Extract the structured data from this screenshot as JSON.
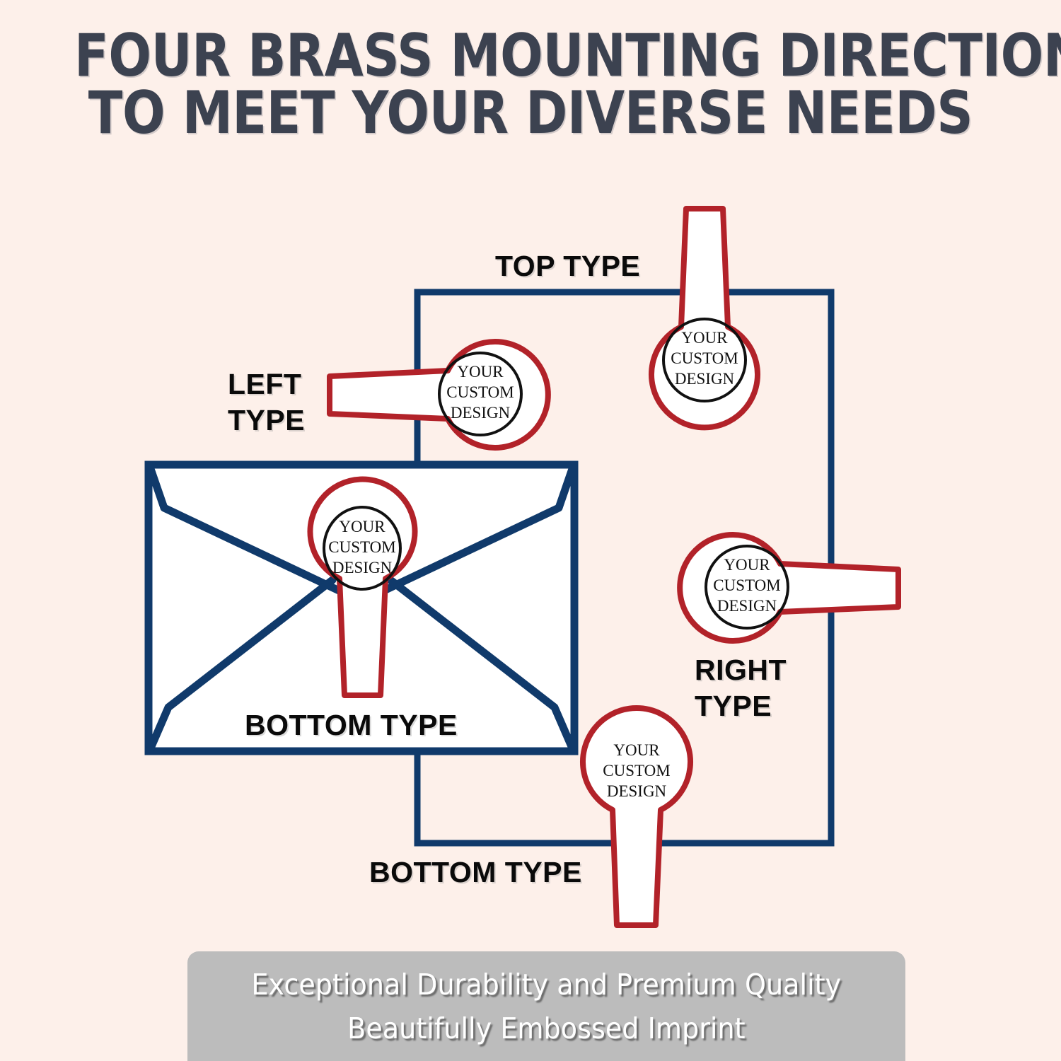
{
  "title": {
    "line1": "FOUR BRASS MOUNTING DIRECTIONS",
    "line2": "TO MEET YOUR DIVERSE NEEDS",
    "color": "#3c4250"
  },
  "colors": {
    "background": "#fdf0ea",
    "navy": "#103a6b",
    "red": "#b22229",
    "stamp_fill": "#ffffff",
    "banner": "#bcbcbc",
    "label_text": "#0a0a0a",
    "banner_text": "#ffffff"
  },
  "labels": {
    "top": "TOP TYPE",
    "left_line1": "LEFT",
    "left_line2": "TYPE",
    "right_line1": "RIGHT",
    "right_line2": "TYPE",
    "bottom_envelope": "BOTTOM TYPE",
    "bottom_outer": "BOTTOM TYPE"
  },
  "stamps": [
    {
      "id": "top",
      "direction": "top",
      "line1": "YOUR",
      "line2": "CUSTOM",
      "line3": "DESIGN",
      "has_inner_ring": true
    },
    {
      "id": "left",
      "direction": "left",
      "line1": "YOUR",
      "line2": "CUSTOM",
      "line3": "DESIGN",
      "has_inner_ring": true
    },
    {
      "id": "right",
      "direction": "right",
      "line1": "YOUR",
      "line2": "CUSTOM",
      "line3": "DESIGN",
      "has_inner_ring": true
    },
    {
      "id": "envelope-bottom",
      "direction": "bottom",
      "line1": "YOUR",
      "line2": "CUSTOM",
      "line3": "DESIGN",
      "has_inner_ring": true
    },
    {
      "id": "outer-bottom",
      "direction": "bottom",
      "line1": "YOUR",
      "line2": "CUSTOM",
      "line3": "DESIGN",
      "has_inner_ring": false
    }
  ],
  "footer": {
    "line1": "Exceptional Durability and Premium Quality",
    "line2": "Beautifully Embossed Imprint"
  }
}
